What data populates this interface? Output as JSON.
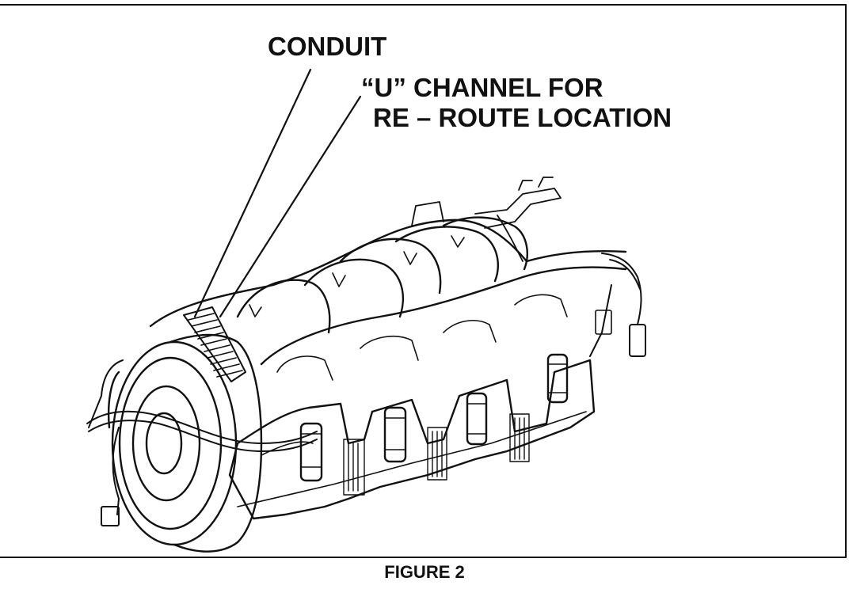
{
  "labels": {
    "conduit": "CONDUIT",
    "u_channel_line1": "“U” CHANNEL FOR",
    "u_channel_line2": "RE – ROUTE LOCATION"
  },
  "caption": "FIGURE 2",
  "colors": {
    "ink": "#111111",
    "paper": "#ffffff"
  }
}
